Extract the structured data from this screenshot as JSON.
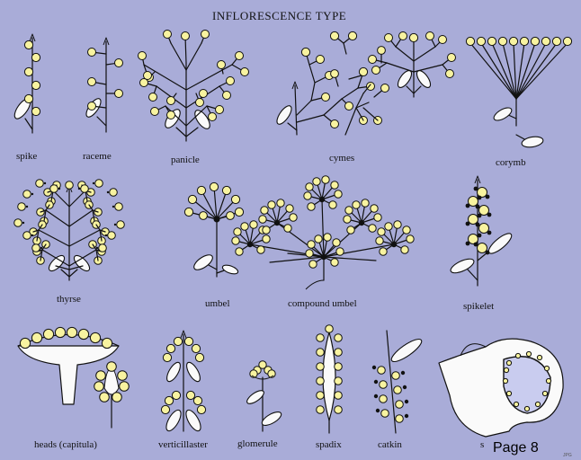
{
  "title": "INFLORESCENCE TYPE",
  "labels": {
    "spike": "spike",
    "raceme": "raceme",
    "panicle": "panicle",
    "cymes": "cymes",
    "corymb": "corymb",
    "thyrse": "thyrse",
    "umbel": "umbel",
    "compound_umbel": "compound umbel",
    "spikelet": "spikelet",
    "heads": "heads (capitula)",
    "verticillaster": "verticillaster",
    "glomerule": "glomerule",
    "spadix": "spadix",
    "catkin": "catkin",
    "last": "s"
  },
  "page_label": "Page 8",
  "colors": {
    "background": "#a9acd8",
    "flower": "#f8f3a0",
    "stroke": "#111111"
  }
}
